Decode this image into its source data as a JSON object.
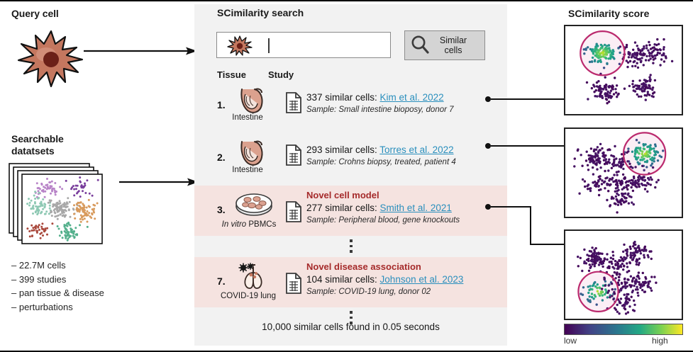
{
  "left": {
    "query_cell_title": "Query cell",
    "datasets_title_line1": "Searchable",
    "datasets_title_line2": "datatsets",
    "stats": [
      "– 22.7M cells",
      "– 399 studies",
      "– pan tissue & disease",
      "– perturbations"
    ]
  },
  "search_panel": {
    "title": "SCimilarity search",
    "search_value": "",
    "search_placeholder": "",
    "button_label_line1": "Similar",
    "button_label_line2": "cells",
    "columns": {
      "tissue": "Tissue",
      "study": "Study"
    },
    "results": [
      {
        "rank": "1.",
        "tissue_label": "Intestine",
        "tissue_icon": "intestine-icon",
        "count_text": "337 similar cells:",
        "study_link": "Kim et al. 2022",
        "sample": "Sample: Small intestine bioposy, donor 7",
        "novel_tag": "",
        "highlight": false
      },
      {
        "rank": "2.",
        "tissue_label": "Intestine",
        "tissue_icon": "intestine-icon",
        "count_text": "293 similar cells:",
        "study_link": "Torres et al. 2022",
        "sample": "Sample: Crohns biopsy, treated, patient 4",
        "novel_tag": "",
        "highlight": false
      },
      {
        "rank": "3.",
        "tissue_label_italic": "In vitro",
        "tissue_label_rest": " PBMCs",
        "tissue_icon": "petri-dish-icon",
        "count_text": "277 similar cells:",
        "study_link": "Smith et al. 2021",
        "sample": "Sample: Peripheral blood, gene knockouts",
        "novel_tag": "Novel cell model",
        "highlight": true
      },
      {
        "rank": "7.",
        "tissue_label": "COVID-19 lung",
        "tissue_icon": "lung-virus-icon",
        "count_text": "104 similar cells:",
        "study_link": "Johnson et al. 2023",
        "sample": "Sample: COVID-19 lung, donor 02",
        "novel_tag": "Novel disease association",
        "highlight": true
      }
    ],
    "footer": "10,000 similar cells found in 0.05 seconds"
  },
  "right": {
    "title": "SCimilarity score",
    "colorbar": {
      "low": "low",
      "high": "high",
      "stops": [
        "#440154",
        "#414487",
        "#2a788e",
        "#22a884",
        "#7ad151",
        "#fde725"
      ]
    }
  },
  "colors": {
    "panel_bg": "#f2f2f2",
    "highlight_bg": "#f5e3e0",
    "novel_text": "#a52a2a",
    "link": "#2a8fbd",
    "button_bg": "#d4d4d4",
    "circle_stroke": "#bb2a6e"
  },
  "chart_data": [
    {
      "type": "scatter",
      "name": "searchable-datasets-umap",
      "title": "",
      "description": "Multicolored UMAP of reference datasets, stacked cards",
      "clusters": [
        {
          "label": "cluster-purple-light",
          "color": "#b884c8",
          "cx": 0.3,
          "cy": 0.18,
          "n": 46
        },
        {
          "label": "cluster-purple-dark",
          "color": "#7a3f9d",
          "cx": 0.74,
          "cy": 0.17,
          "n": 34
        },
        {
          "label": "cluster-teal",
          "color": "#8fc9b4",
          "cx": 0.2,
          "cy": 0.45,
          "n": 58
        },
        {
          "label": "cluster-gray",
          "color": "#a8a8a8",
          "cx": 0.47,
          "cy": 0.5,
          "n": 96
        },
        {
          "label": "cluster-orange",
          "color": "#d89a5c",
          "cx": 0.79,
          "cy": 0.52,
          "n": 70
        },
        {
          "label": "cluster-brown",
          "color": "#a9483c",
          "cx": 0.21,
          "cy": 0.84,
          "n": 40
        },
        {
          "label": "cluster-green",
          "color": "#54b08c",
          "cx": 0.6,
          "cy": 0.88,
          "n": 62
        }
      ]
    },
    {
      "type": "scatter",
      "name": "umap-result-1",
      "title": "",
      "colormap": "viridis",
      "score_circle": {
        "cx": 0.3,
        "cy": 0.28,
        "r": 0.21
      },
      "clusters": [
        {
          "label": "highlighted-cluster",
          "cx": 0.3,
          "cy": 0.28,
          "n": 120,
          "score": "high"
        },
        {
          "label": "cluster-b",
          "cx": 0.62,
          "cy": 0.32,
          "n": 60,
          "score": "low"
        },
        {
          "label": "cluster-c",
          "cx": 0.8,
          "cy": 0.26,
          "n": 55,
          "score": "low"
        },
        {
          "label": "cluster-d",
          "cx": 0.33,
          "cy": 0.76,
          "n": 85,
          "score": "low"
        },
        {
          "label": "cluster-e",
          "cx": 0.7,
          "cy": 0.74,
          "n": 70,
          "score": "low"
        }
      ]
    },
    {
      "type": "scatter",
      "name": "umap-result-2",
      "title": "",
      "colormap": "viridis",
      "score_circle": {
        "cx": 0.7,
        "cy": 0.25,
        "r": 0.2
      },
      "clusters": [
        {
          "label": "highlighted-cluster",
          "cx": 0.7,
          "cy": 0.25,
          "n": 95,
          "score": "high"
        },
        {
          "label": "cluster-b",
          "cx": 0.24,
          "cy": 0.3,
          "n": 85,
          "score": "low"
        },
        {
          "label": "cluster-c",
          "cx": 0.46,
          "cy": 0.36,
          "n": 45,
          "score": "low"
        },
        {
          "label": "cluster-d",
          "cx": 0.25,
          "cy": 0.66,
          "n": 40,
          "score": "low"
        },
        {
          "label": "cluster-e",
          "cx": 0.45,
          "cy": 0.63,
          "n": 55,
          "score": "low"
        },
        {
          "label": "cluster-f",
          "cx": 0.67,
          "cy": 0.62,
          "n": 55,
          "score": "low"
        },
        {
          "label": "cluster-g",
          "cx": 0.48,
          "cy": 0.86,
          "n": 42,
          "score": "low"
        }
      ]
    },
    {
      "type": "scatter",
      "name": "umap-result-3",
      "title": "",
      "colormap": "viridis",
      "score_circle": {
        "cx": 0.26,
        "cy": 0.72,
        "r": 0.19
      },
      "clusters": [
        {
          "label": "highlighted-cluster",
          "cx": 0.26,
          "cy": 0.72,
          "n": 55,
          "score": "high"
        },
        {
          "label": "cluster-b",
          "cx": 0.24,
          "cy": 0.3,
          "n": 85,
          "score": "low"
        },
        {
          "label": "cluster-c",
          "cx": 0.62,
          "cy": 0.22,
          "n": 70,
          "score": "low"
        },
        {
          "label": "cluster-d",
          "cx": 0.46,
          "cy": 0.36,
          "n": 45,
          "score": "low"
        },
        {
          "label": "cluster-e",
          "cx": 0.47,
          "cy": 0.63,
          "n": 55,
          "score": "low"
        },
        {
          "label": "cluster-f",
          "cx": 0.68,
          "cy": 0.62,
          "n": 55,
          "score": "low"
        },
        {
          "label": "cluster-g",
          "cx": 0.49,
          "cy": 0.88,
          "n": 42,
          "score": "low"
        }
      ]
    }
  ]
}
